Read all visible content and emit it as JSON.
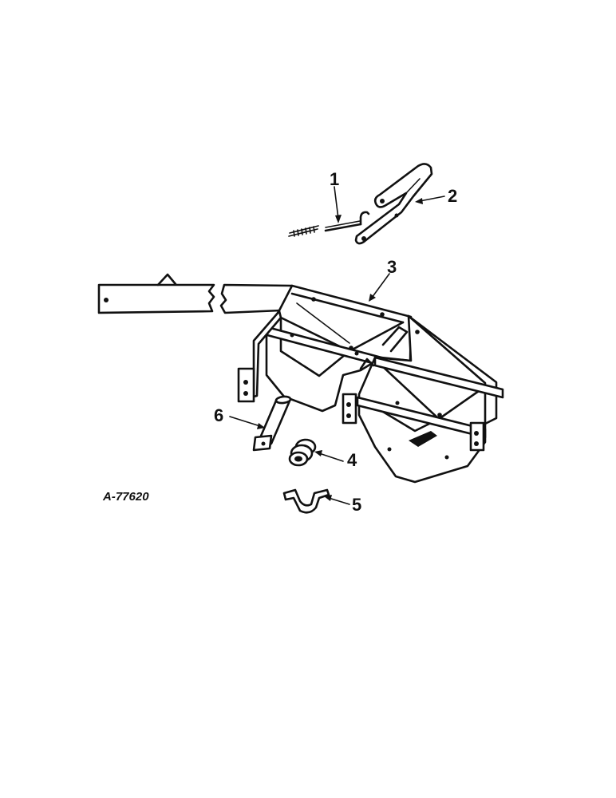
{
  "figure": {
    "id_label": "A-77620",
    "callouts": [
      "1",
      "2",
      "3",
      "4",
      "5",
      "6"
    ]
  },
  "colors": {
    "ink": "#111111",
    "paper": "#ffffff"
  }
}
